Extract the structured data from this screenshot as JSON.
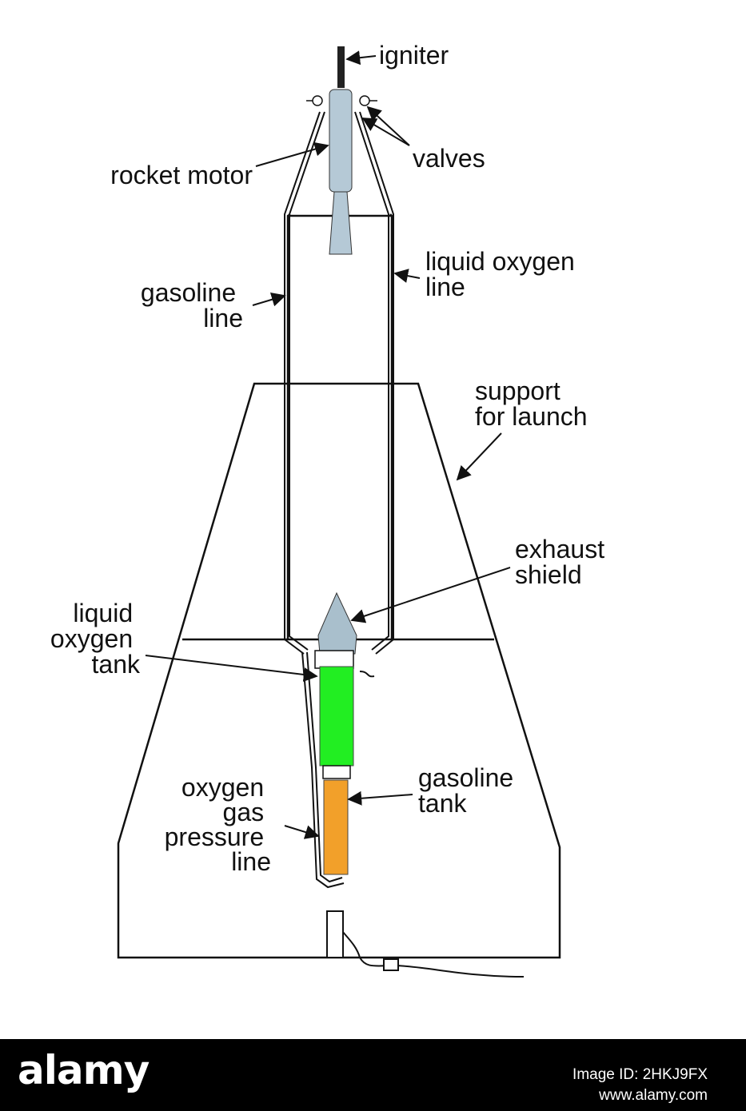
{
  "labels": {
    "igniter": "igniter",
    "valves": "valves",
    "rocket_motor": "rocket motor",
    "liquid_oxygen_line": [
      "liquid oxygen",
      "line"
    ],
    "gasoline_line": [
      "gasoline",
      "line"
    ],
    "support_for_launch": [
      "support",
      "for launch"
    ],
    "exhaust_shield": [
      "exhaust",
      "shield"
    ],
    "liquid_oxygen_tank": [
      "liquid",
      "oxygen",
      "tank"
    ],
    "gasoline_tank": [
      "gasoline",
      "tank"
    ],
    "oxygen_gas_pressure_line": [
      "oxygen",
      "gas",
      "pressure",
      "line"
    ]
  },
  "colors": {
    "motor": "#b5c9d6",
    "liquid_oxygen_tank": "#22ee22",
    "gasoline_tank": "#f2a02a",
    "exhaust_shield": "#a9bfcc",
    "line": "#111111"
  },
  "footer": {
    "logo": "alamy",
    "image_id": "Image ID: 2HKJ9FX",
    "url": "www.alamy.com"
  }
}
